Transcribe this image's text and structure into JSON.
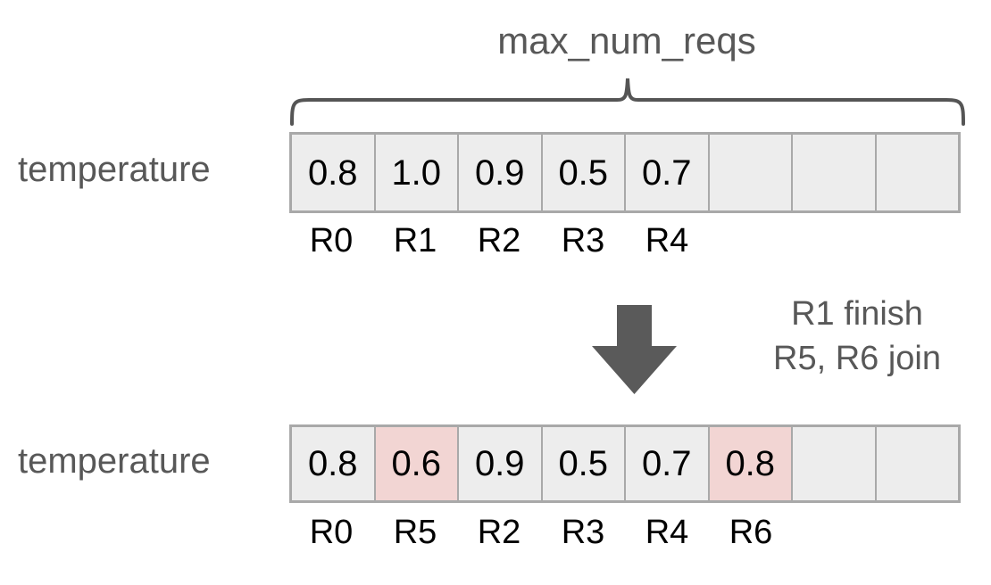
{
  "diagram": {
    "brace_label": "max_num_reqs",
    "rows": [
      {
        "label": "temperature",
        "cells": [
          {
            "value": "0.8",
            "highlight": false
          },
          {
            "value": "1.0",
            "highlight": false
          },
          {
            "value": "0.9",
            "highlight": false
          },
          {
            "value": "0.5",
            "highlight": false
          },
          {
            "value": "0.7",
            "highlight": false
          },
          {
            "value": "",
            "highlight": false
          },
          {
            "value": "",
            "highlight": false
          },
          {
            "value": "",
            "highlight": false
          }
        ],
        "indices": [
          "R0",
          "R1",
          "R2",
          "R3",
          "R4",
          "",
          "",
          ""
        ]
      },
      {
        "label": "temperature",
        "cells": [
          {
            "value": "0.8",
            "highlight": false
          },
          {
            "value": "0.6",
            "highlight": true
          },
          {
            "value": "0.9",
            "highlight": false
          },
          {
            "value": "0.5",
            "highlight": false
          },
          {
            "value": "0.7",
            "highlight": false
          },
          {
            "value": "0.8",
            "highlight": true
          },
          {
            "value": "",
            "highlight": false
          },
          {
            "value": "",
            "highlight": false
          }
        ],
        "indices": [
          "R0",
          "R5",
          "R2",
          "R3",
          "R4",
          "R6",
          "",
          ""
        ]
      }
    ],
    "annotation": {
      "line1": "R1 finish",
      "line2": "R5, R6 join"
    },
    "colors": {
      "cell_fill": "#ededed",
      "cell_highlight": "#f2d5d3",
      "cell_border": "#a9a9a9",
      "text_gray": "#585858",
      "text_black": "#000000",
      "arrow": "#5a5a5a"
    }
  }
}
